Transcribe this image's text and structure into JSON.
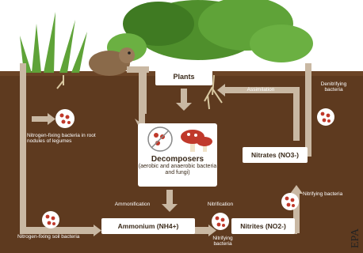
{
  "nodes": {
    "plants": "Plants",
    "decomposers_title": "Decomposers",
    "decomposers_subtitle": "(aerobic and anaerobic bacteria and fungi)",
    "ammonium": "Ammonium (NH4+)",
    "nitrites": "Nitrites (NO2-)",
    "nitrates": "Nitrates (NO3-)"
  },
  "process_labels": {
    "assimilation": "Assimilation",
    "ammonification": "Ammonification",
    "nitrification": "Nitrification",
    "denitrifying": "Denitrifying bacteria",
    "nitrogen_fixing_legumes": "Nitrogen-fixing bacteria in root nodules of legumes",
    "nitrogen_fixing_soil": "Nitrogen-fixing soil bacteria",
    "nitrifying_bottom": "Nitrifying bacteria",
    "nitrifying_right": "Nitrifying bacteria"
  },
  "credit": "EPA",
  "colors": {
    "soil": "#5e3a1f",
    "arrow": "#c9b8a3",
    "sky": "#ffffff",
    "leaf": "#4f8f2c",
    "bacteria": "#c0392b",
    "mushroom": "#c0392b"
  }
}
